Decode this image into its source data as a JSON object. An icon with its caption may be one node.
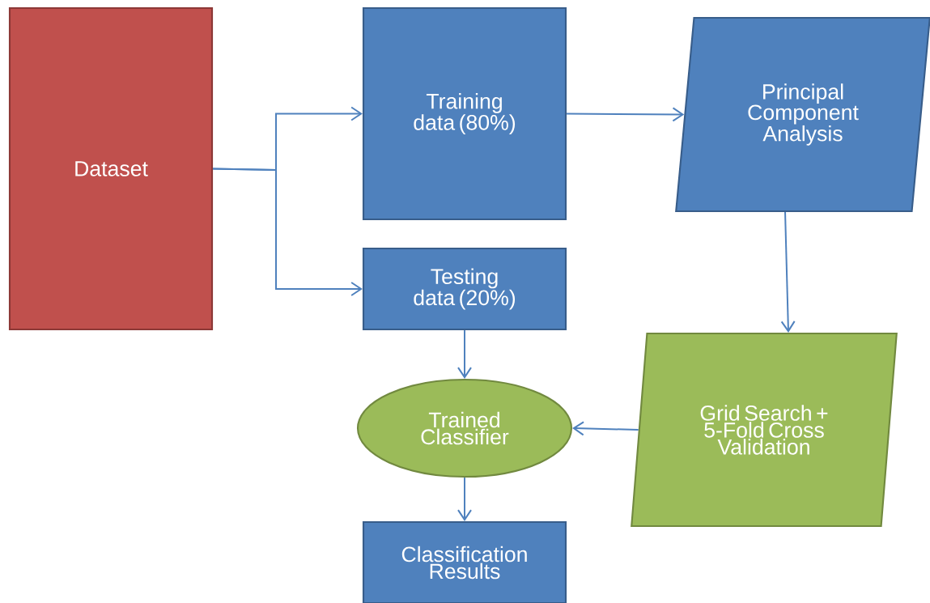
{
  "diagram": {
    "nodes": [
      {
        "text": [
          "Dataset"
        ]
      },
      {
        "text": [
          "Training data (80%)"
        ]
      },
      {
        "text": [
          "Principal Component Analysis"
        ]
      },
      {
        "text": [
          "Testing data (20%)"
        ]
      },
      {
        "text": [
          "Trained Classifier"
        ]
      },
      {
        "text": [
          "Grid Search + 5-Fold Cross Validation"
        ]
      },
      {
        "text": [
          "Classification Results"
        ]
      }
    ],
    "edges": [
      {
        "from": 0,
        "to": 1,
        "arrow": "to"
      },
      {
        "from": 0,
        "to": 3,
        "arrow": "to"
      },
      {
        "from": 1,
        "to": 2,
        "arrow": "to"
      },
      {
        "from": 2,
        "to": 5,
        "arrow": "to"
      },
      {
        "from": 3,
        "to": 4,
        "arrow": "to"
      },
      {
        "from": 5,
        "to": 4,
        "arrow": "to"
      },
      {
        "from": 4,
        "to": 6,
        "arrow": "to"
      }
    ]
  }
}
